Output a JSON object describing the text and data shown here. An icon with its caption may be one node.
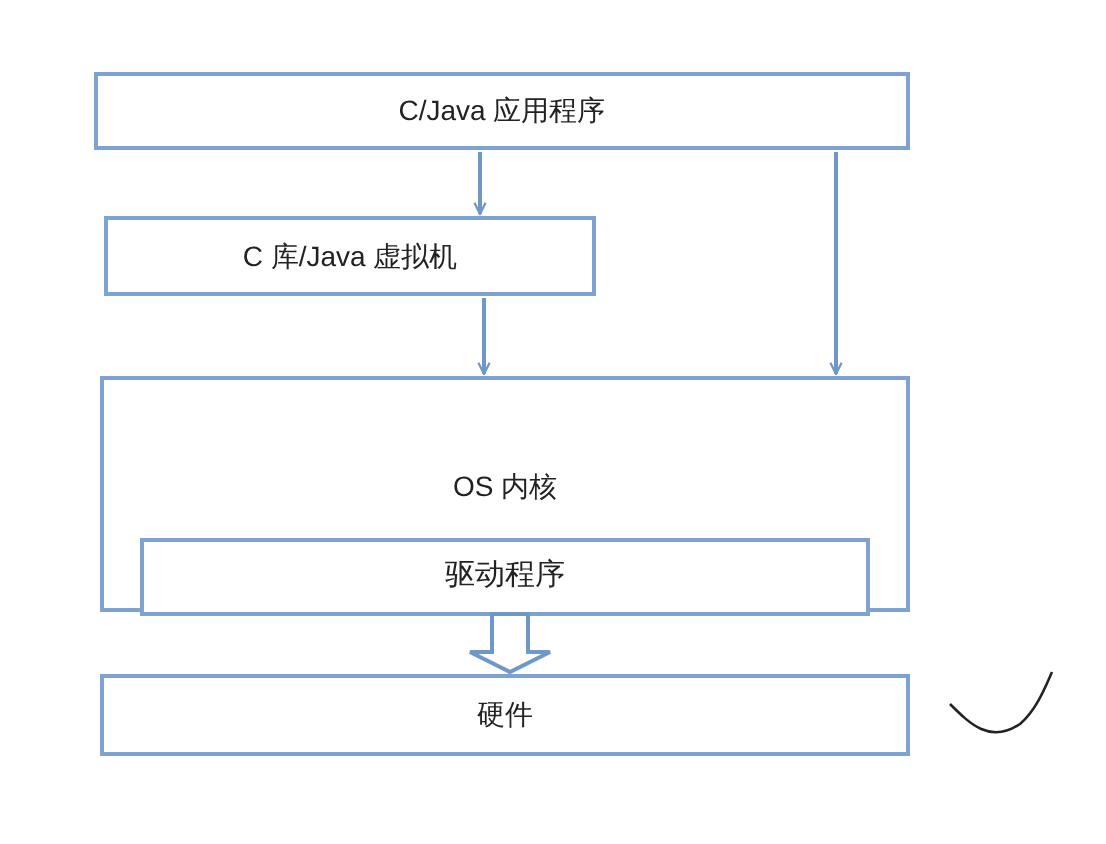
{
  "diagram": {
    "nodes": [
      {
        "text": [
          "C/Java 应用程序"
        ]
      },
      {
        "text": [
          "C 库/Java 虚拟机"
        ]
      },
      {
        "text": [
          "OS 内核"
        ]
      },
      {
        "text": [
          "驱动程序"
        ],
        "in": 2
      },
      {
        "text": [
          "硬件"
        ]
      }
    ],
    "edges": [
      {
        "from": 0,
        "to": 1,
        "arrow": "to"
      },
      {
        "from": 1,
        "to": 2,
        "arrow": "to"
      },
      {
        "from": 0,
        "to": 2,
        "arrow": "to"
      },
      {
        "from": 3,
        "to": 4,
        "arrow": "to",
        "style": "thick"
      }
    ]
  }
}
